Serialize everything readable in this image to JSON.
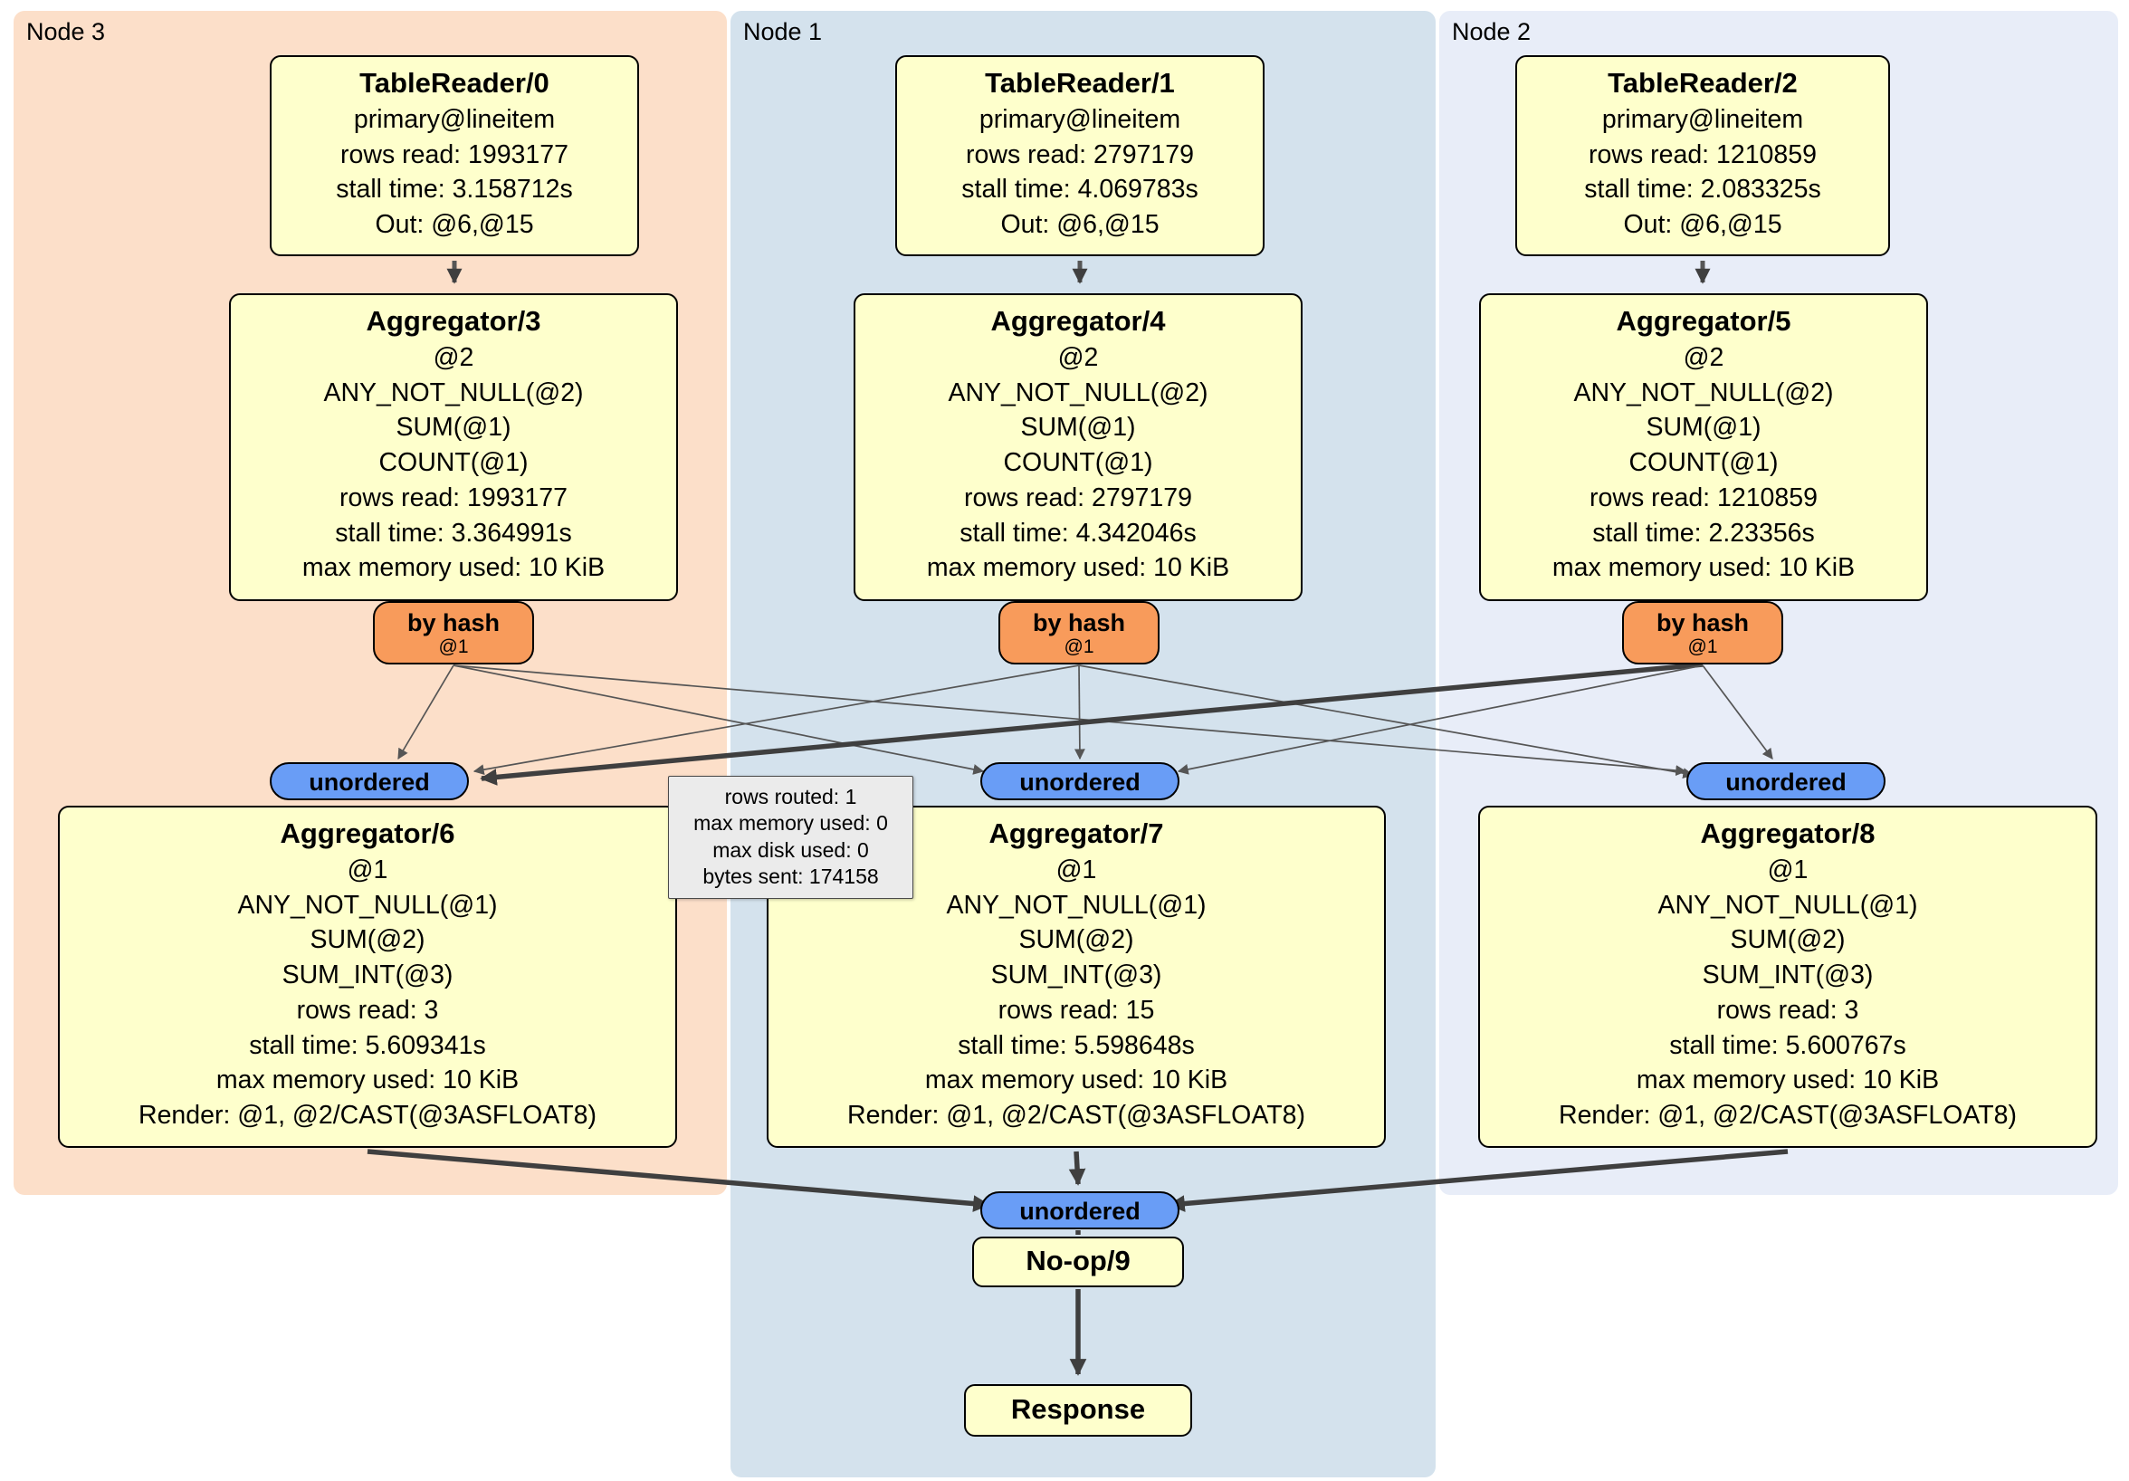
{
  "colors": {
    "node3_bg": "#fcdfc9",
    "node1_bg": "#d4e2ed",
    "node2_bg": "#e8edf8",
    "processor_fill": "#feffcc",
    "router_fill": "#f89b5b",
    "synchronizer_fill": "#699df6",
    "edge": "#4a4a4a",
    "tooltip_bg": "#ebebeb"
  },
  "regions": {
    "node3": {
      "label": "Node 3"
    },
    "node1": {
      "label": "Node 1"
    },
    "node2": {
      "label": "Node 2"
    }
  },
  "processors": {
    "tablereader0": {
      "title": "TableReader/0",
      "lines": [
        "primary@lineitem",
        "rows read: 1993177",
        "stall time: 3.158712s",
        "Out: @6,@15"
      ]
    },
    "tablereader1": {
      "title": "TableReader/1",
      "lines": [
        "primary@lineitem",
        "rows read: 2797179",
        "stall time: 4.069783s",
        "Out: @6,@15"
      ]
    },
    "tablereader2": {
      "title": "TableReader/2",
      "lines": [
        "primary@lineitem",
        "rows read: 1210859",
        "stall time: 2.083325s",
        "Out: @6,@15"
      ]
    },
    "aggregator3": {
      "title": "Aggregator/3",
      "lines": [
        "@2",
        "ANY_NOT_NULL(@2)",
        "SUM(@1)",
        "COUNT(@1)",
        "rows read: 1993177",
        "stall time: 3.364991s",
        "max memory used: 10 KiB"
      ]
    },
    "aggregator4": {
      "title": "Aggregator/4",
      "lines": [
        "@2",
        "ANY_NOT_NULL(@2)",
        "SUM(@1)",
        "COUNT(@1)",
        "rows read: 2797179",
        "stall time: 4.342046s",
        "max memory used: 10 KiB"
      ]
    },
    "aggregator5": {
      "title": "Aggregator/5",
      "lines": [
        "@2",
        "ANY_NOT_NULL(@2)",
        "SUM(@1)",
        "COUNT(@1)",
        "rows read: 1210859",
        "stall time: 2.23356s",
        "max memory used: 10 KiB"
      ]
    },
    "aggregator6": {
      "title": "Aggregator/6",
      "lines": [
        "@1",
        "ANY_NOT_NULL(@1)",
        "SUM(@2)",
        "SUM_INT(@3)",
        "rows read: 3",
        "stall time: 5.609341s",
        "max memory used: 10 KiB",
        "Render: @1, @2/CAST(@3ASFLOAT8)"
      ]
    },
    "aggregator7": {
      "title": "Aggregator/7",
      "lines": [
        "@1",
        "ANY_NOT_NULL(@1)",
        "SUM(@2)",
        "SUM_INT(@3)",
        "rows read: 15",
        "stall time: 5.598648s",
        "max memory used: 10 KiB",
        "Render: @1, @2/CAST(@3ASFLOAT8)"
      ]
    },
    "aggregator8": {
      "title": "Aggregator/8",
      "lines": [
        "@1",
        "ANY_NOT_NULL(@1)",
        "SUM(@2)",
        "SUM_INT(@3)",
        "rows read: 3",
        "stall time: 5.600767s",
        "max memory used: 10 KiB",
        "Render: @1, @2/CAST(@3ASFLOAT8)"
      ]
    },
    "noop9": {
      "title": "No-op/9"
    },
    "response": {
      "title": "Response"
    }
  },
  "routers": {
    "hash0": {
      "label": "by hash",
      "sub": "@1"
    },
    "hash1": {
      "label": "by hash",
      "sub": "@1"
    },
    "hash2": {
      "label": "by hash",
      "sub": "@1"
    }
  },
  "synchronizers": {
    "left": {
      "label": "unordered"
    },
    "middle": {
      "label": "unordered"
    },
    "right": {
      "label": "unordered"
    },
    "bottom": {
      "label": "unordered"
    }
  },
  "edge_tooltip": {
    "lines": [
      "rows routed: 1",
      "max memory used: 0",
      "max disk used: 0",
      "bytes sent: 174158"
    ]
  }
}
